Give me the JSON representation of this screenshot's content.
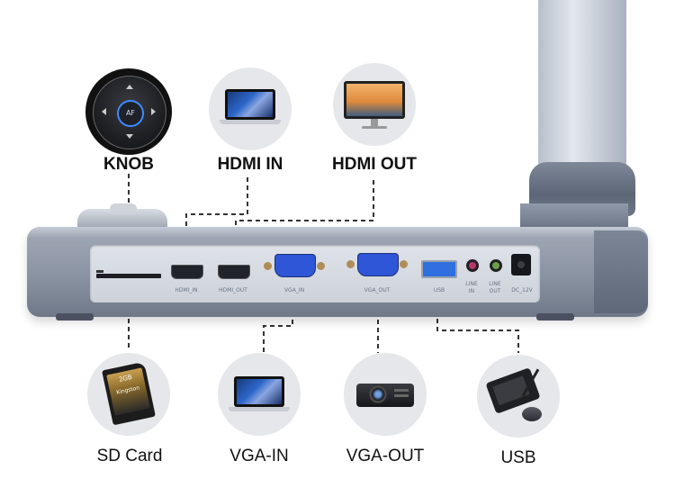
{
  "labels": {
    "knob": "KNOB",
    "hdmi_in": "HDMI IN",
    "hdmi_out": "HDMI OUT",
    "sd_card": "SD Card",
    "vga_in": "VGA-IN",
    "vga_out": "VGA-OUT",
    "usb": "USB"
  },
  "knob_text": "AF",
  "port_labels": {
    "hdmi_in": "HDMI_IN",
    "hdmi_out": "HDMI_OUT",
    "vga_in": "VGA_IN",
    "vga_out": "VGA_OUT",
    "usb": "USB",
    "line_in_1": "LINE",
    "line_in_2": "IN",
    "line_out_1": "LINE",
    "line_out_2": "OUT",
    "dc": "DC_12V"
  },
  "sd_card_text": {
    "brand": "Kingston",
    "capacity": "2GB"
  },
  "colors": {
    "device_body": "#8d96a6",
    "vga_port": "#2f56d6",
    "usb_port": "#2f6fe0",
    "icon_bg": "#e6e7ea"
  }
}
